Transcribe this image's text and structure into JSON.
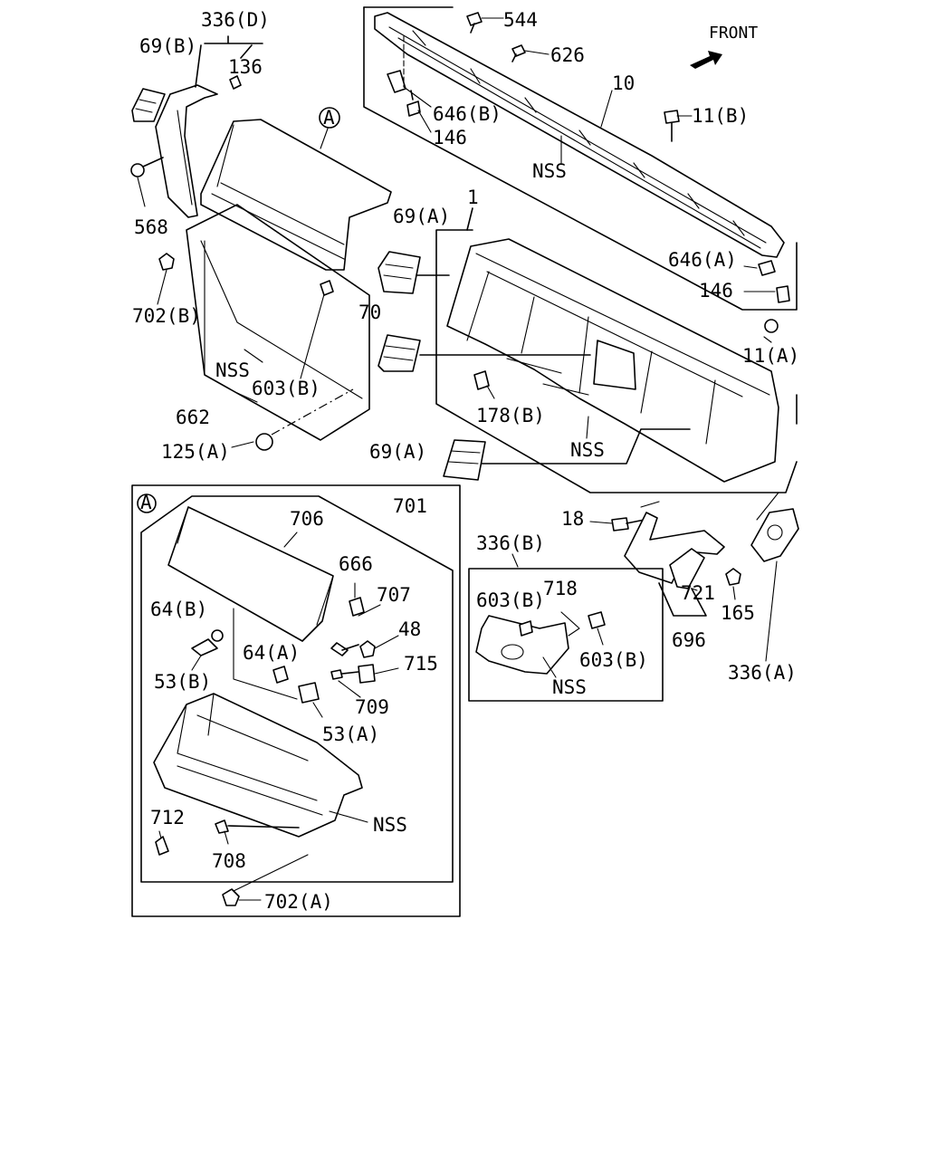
{
  "direction_label": "FRONT",
  "callout_A": "A",
  "labels": {
    "l_336D": "336(D)",
    "l_69B": "69(B)",
    "l_136": "136",
    "l_544": "544",
    "l_626": "626",
    "l_10": "10",
    "l_646B": "646(B)",
    "l_146_top": "146",
    "l_11B": "11(B)",
    "l_nss_top": "NSS",
    "l_568": "568",
    "l_69A_top": "69(A)",
    "l_1": "1",
    "l_646A": "646(A)",
    "l_146_right": "146",
    "l_702B": "702(B)",
    "l_70": "70",
    "l_11A": "11(A)",
    "l_nss_left": "NSS",
    "l_603B_left": "603(B)",
    "l_178B": "178(B)",
    "l_662": "662",
    "l_nss_mid": "NSS",
    "l_125A": "125(A)",
    "l_69A_bot": "69(A)",
    "l_701": "701",
    "l_706": "706",
    "l_18": "18",
    "l_336B": "336(B)",
    "l_666": "666",
    "l_707": "707",
    "l_64B": "64(B)",
    "l_48": "48",
    "l_64A": "64(A)",
    "l_715": "715",
    "l_53B": "53(B)",
    "l_709": "709",
    "l_53A": "53(A)",
    "l_603B_box1": "603(B)",
    "l_718": "718",
    "l_603B_box2": "603(B)",
    "l_nss_box": "NSS",
    "l_721": "721",
    "l_165": "165",
    "l_696": "696",
    "l_336A": "336(A)",
    "l_712": "712",
    "l_nss_A": "NSS",
    "l_708": "708",
    "l_702A": "702(A)"
  }
}
